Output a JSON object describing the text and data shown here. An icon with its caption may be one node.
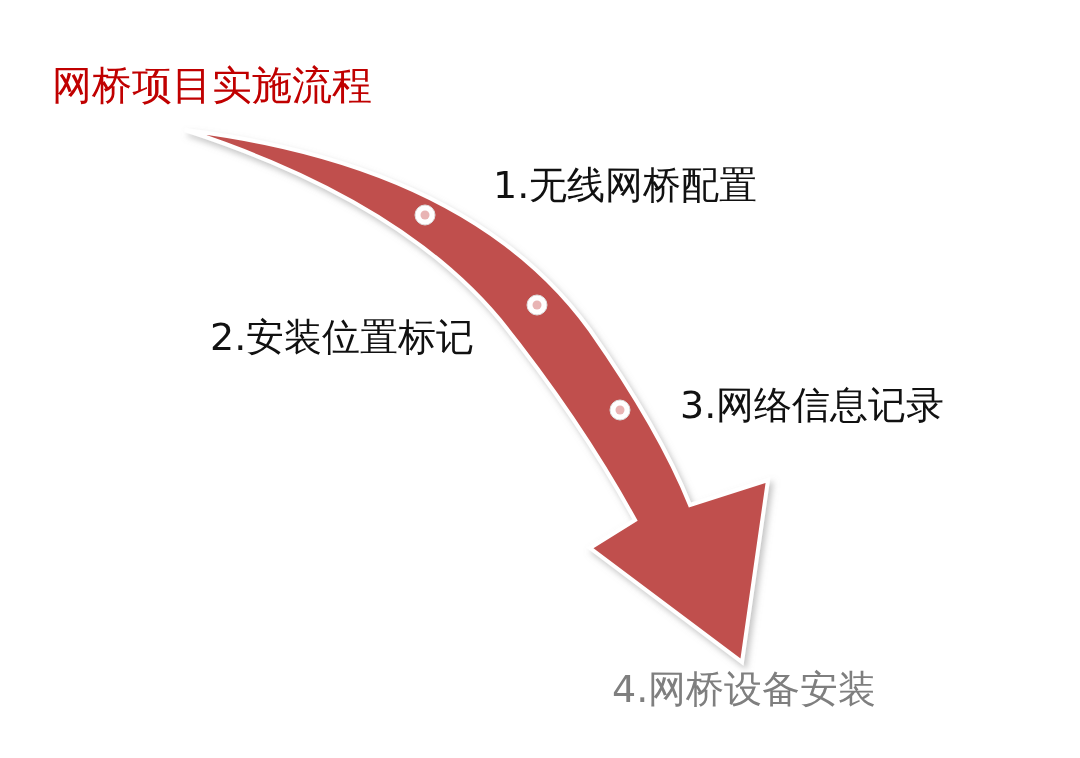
{
  "diagram": {
    "title": "网桥项目实施流程",
    "nodes": [
      {
        "text": [],
        "shape": "circle",
        "beside": [
          "1.无线网桥配置"
        ]
      },
      {
        "text": [],
        "shape": "circle",
        "beside": [
          "2.安装位置标记"
        ]
      },
      {
        "text": [],
        "shape": "circle",
        "beside": [
          "3.网络信息记录"
        ]
      },
      {
        "text": [
          "4.网桥设备安装"
        ]
      }
    ],
    "edges": [
      {
        "from": null,
        "to": 3,
        "arrow": "to",
        "style": "thick",
        "color": "#c0504d"
      }
    ]
  }
}
